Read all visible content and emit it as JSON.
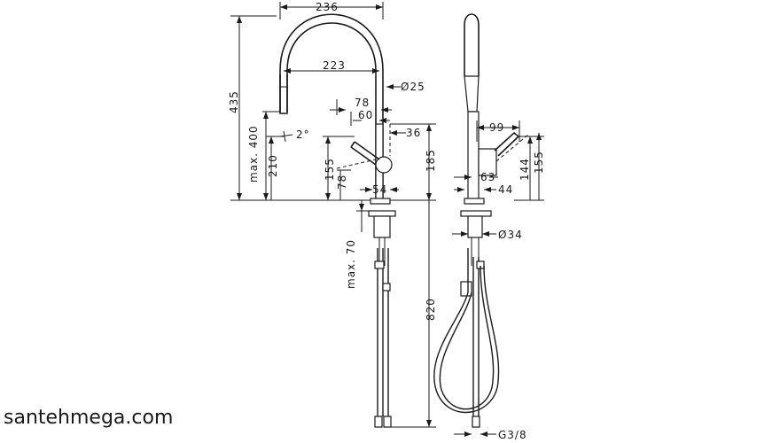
{
  "front": {
    "width_236": "236",
    "reach_223": "223",
    "height_435": "435",
    "max_400": "max. 400",
    "h_210": "210",
    "angle_2": "2°",
    "d_78": "78",
    "d_60": "60",
    "d_25": "Ø25",
    "d_36": "36",
    "d_185": "185",
    "d_155": "155",
    "d_78b": "78",
    "d_54": "54",
    "max_70": "max. 70",
    "d_820": "820"
  },
  "side": {
    "d_99": "99",
    "d_144": "144",
    "d_155": "155",
    "d_63": "63",
    "d_44": "44",
    "d_34": "Ø34",
    "g38": "G3/8"
  },
  "watermark": "santehmega.com"
}
